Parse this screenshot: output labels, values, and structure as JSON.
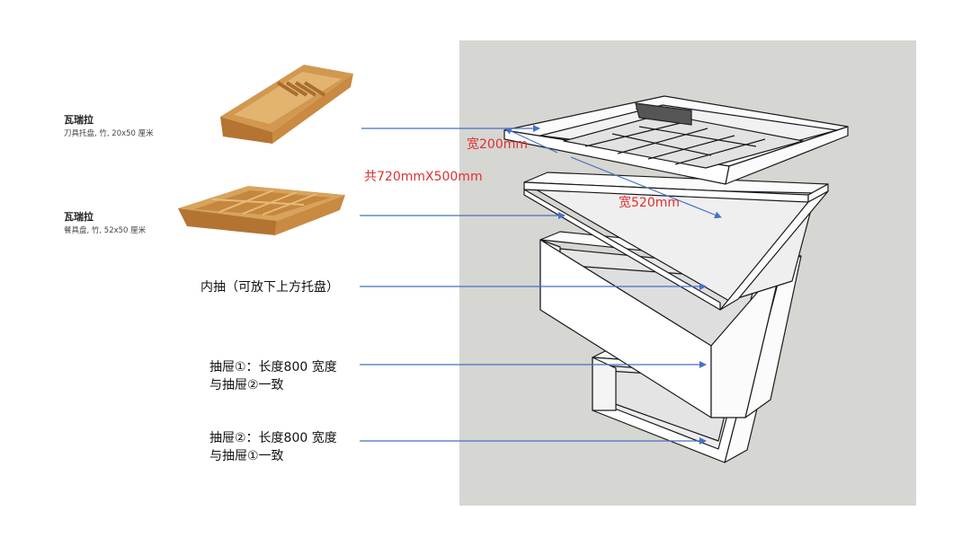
{
  "products": [
    {
      "name": "瓦瑞拉",
      "desc": "刀具托盘, 竹, 20x50 厘米"
    },
    {
      "name": "瓦瑞拉",
      "desc": "餐具盘, 竹, 52x50 厘米"
    }
  ],
  "callouts": {
    "inner_drawer": "内抽（可放下上方托盘）",
    "drawer1": [
      "抽屉①：长度800 宽度",
      "与抽屉②一致"
    ],
    "drawer2": [
      "抽屉②：长度800 宽度",
      "与抽屉①一致"
    ]
  },
  "dimensions": {
    "width_200": "宽200mm",
    "total": "共720mmX500mm",
    "width_520": "宽520mm"
  },
  "colors": {
    "arrow": "#4472c4",
    "dimension_text": "#e03030",
    "panel_bg": "#d6d6d2",
    "bamboo": "#c9893f"
  }
}
